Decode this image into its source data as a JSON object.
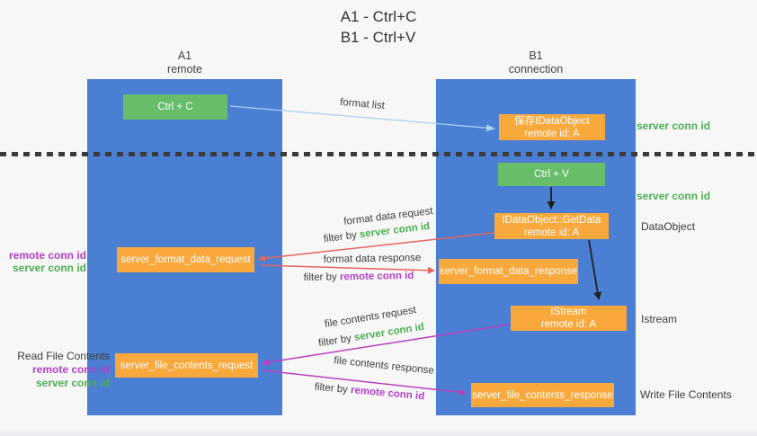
{
  "title": {
    "line1": "A1 - Ctrl+C",
    "line2": "B1 - Ctrl+V"
  },
  "columns": {
    "a1": {
      "name": "A1",
      "role": "remote"
    },
    "b1": {
      "name": "B1",
      "role": "connection"
    }
  },
  "boxes": {
    "ctrl_c": {
      "label": "Ctrl + C"
    },
    "save_idataobject": {
      "line1": "保存IDataObject",
      "line2": "remote id: A"
    },
    "ctrl_v": {
      "label": "Ctrl + V"
    },
    "getdata": {
      "line1": "IDataObject::GetData",
      "line2": "remote id: A"
    },
    "format_request": {
      "label": "server_format_data_request"
    },
    "format_response": {
      "label": "server_format_data_response"
    },
    "istream": {
      "line1": "IStream",
      "line2": "remote id: A"
    },
    "file_request": {
      "label": "server_file_contents_request"
    },
    "file_response": {
      "label": "server_file_contents_response"
    }
  },
  "arrow_labels": {
    "format_list": "format list",
    "format_data_request": "format data request",
    "format_data_request_filter_prefix": "filter by",
    "format_data_request_filter_key": "server conn id",
    "format_data_response": "format data response",
    "format_data_response_filter_prefix": "filter by",
    "format_data_response_filter_key": "remote conn id",
    "file_contents_request": "file contents request",
    "file_contents_request_filter_prefix": "filter by",
    "file_contents_request_filter_key": "server conn id",
    "file_contents_response": "file contents response",
    "file_contents_response_filter_prefix": "filter by",
    "file_contents_response_filter_key": "remote conn id"
  },
  "side_labels": {
    "server_conn_id_top": "server conn id",
    "server_conn_id_mid": "server conn id",
    "dataobject": "DataObject",
    "istream": "Istream",
    "read_file_contents": "Read File Contents",
    "write_file_contents": "Write File Contents",
    "format_remote_conn_id": "remote conn id",
    "format_server_conn_id": "server conn id",
    "file_remote_conn_id": "remote conn id",
    "file_server_conn_id": "server conn id"
  },
  "colors": {
    "column_blue": "#4a7fd3",
    "box_green": "#68bd6b",
    "box_orange": "#f9a83c",
    "text_green": "#4caf50",
    "text_purple": "#b13fc4",
    "arrow_red": "#e8645c",
    "arrow_magenta": "#bb3fbf",
    "arrow_light_blue": "#a6d3ee",
    "arrow_black": "#1f1f1f",
    "background": "#f7f7f8"
  }
}
